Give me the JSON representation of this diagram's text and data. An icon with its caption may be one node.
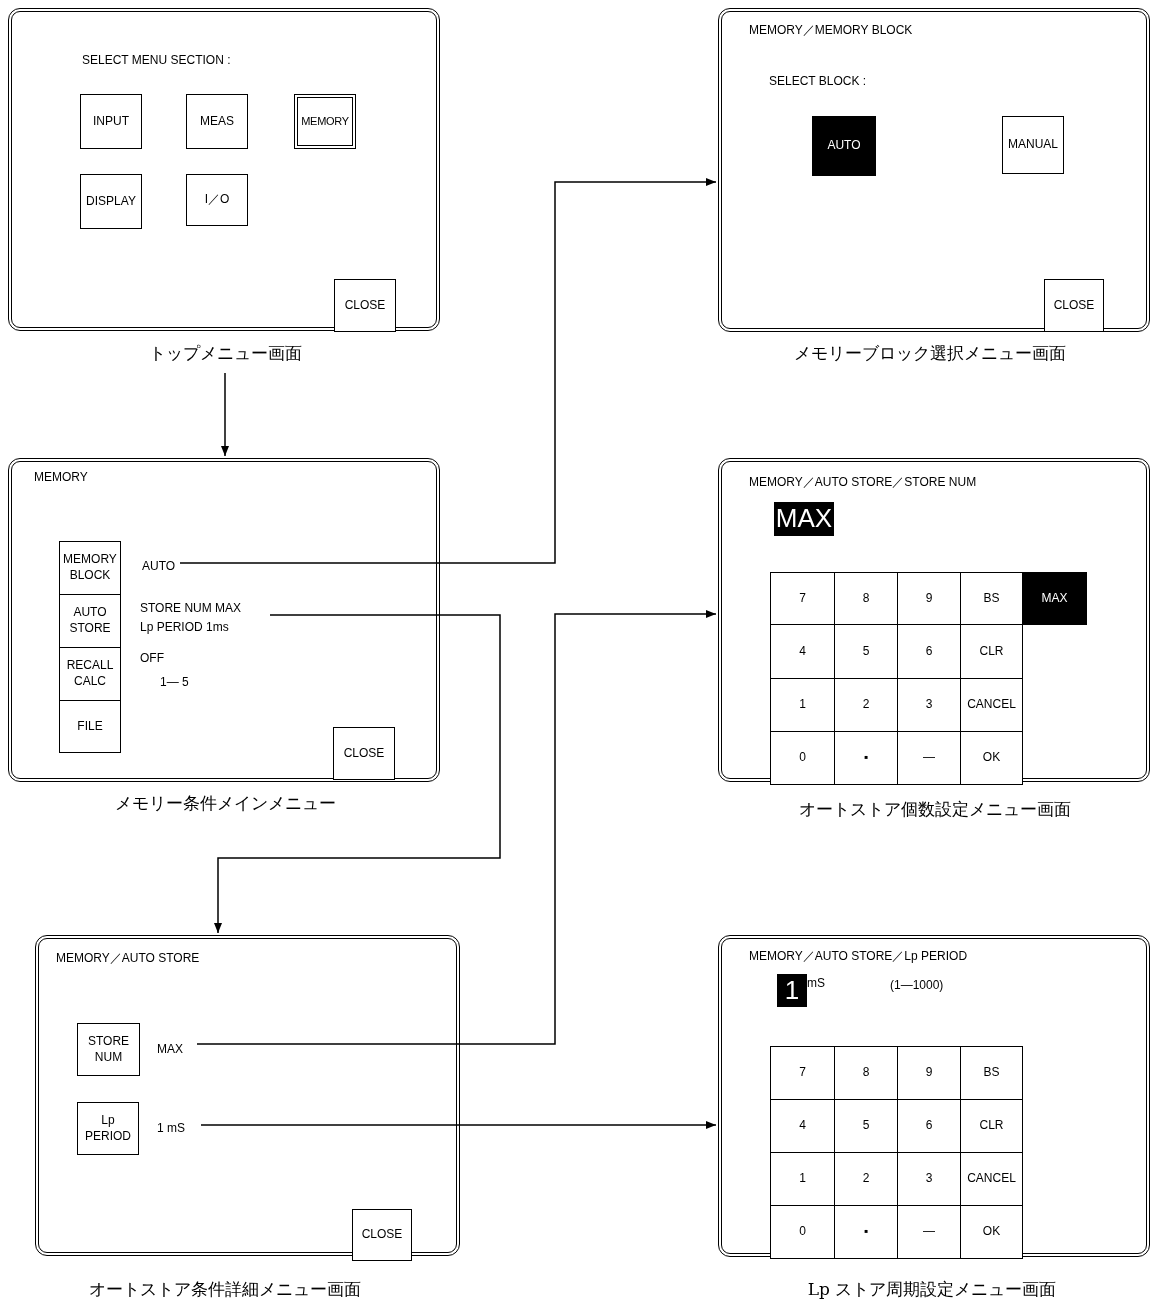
{
  "diagram": {
    "nodes": [
      {
        "text": [
          "SELECT MENU SECTION :"
        ],
        "beside": [
          "トップメニュー画面"
        ]
      },
      {
        "text": [
          "INPUT"
        ],
        "in": 0
      },
      {
        "text": [
          "MEAS"
        ],
        "in": 0
      },
      {
        "text": [
          "MEMORY"
        ],
        "in": 0
      },
      {
        "text": [
          "DISPLAY"
        ],
        "in": 0
      },
      {
        "text": [
          "I／O"
        ],
        "in": 0
      },
      {
        "text": [
          "CLOSE"
        ],
        "in": 0
      },
      {
        "text": [
          "MEMORY／MEMORY BLOCK",
          "SELECT BLOCK :"
        ],
        "beside": [
          "メモリーブロック選択メニュー画面"
        ]
      },
      {
        "text": [
          "AUTO"
        ],
        "in": 7
      },
      {
        "text": [
          "MANUAL"
        ],
        "in": 7
      },
      {
        "text": [
          "CLOSE"
        ],
        "in": 7
      },
      {
        "text": [
          "MEMORY"
        ],
        "beside": [
          "メモリー条件メインメニュー"
        ]
      },
      {
        "text": [
          "MEMORY BLOCK"
        ],
        "in": 11
      },
      {
        "text": [
          "AUTO STORE"
        ],
        "in": 11
      },
      {
        "text": [
          "RECALL CALC"
        ],
        "in": 11
      },
      {
        "text": [
          "FILE"
        ],
        "in": 11
      },
      {
        "text": [
          "AUTO"
        ],
        "in": 11
      },
      {
        "text": [
          "STORE NUM MAX",
          "Lp PERIOD 1ms"
        ],
        "in": 11
      },
      {
        "text": [
          "CLOSE"
        ],
        "in": 11
      },
      {
        "text": [
          "MEMORY／AUTO STORE／STORE NUM"
        ],
        "beside": [
          "オートストア個数設定メニュー画面"
        ]
      },
      {
        "text": [
          "MAX"
        ],
        "in": 19
      },
      {
        "text": [
          "7"
        ],
        "in": 19
      },
      {
        "text": [
          "8"
        ],
        "in": 19
      },
      {
        "text": [
          "9"
        ],
        "in": 19
      },
      {
        "text": [
          "BS"
        ],
        "in": 19
      },
      {
        "text": [
          "MAX"
        ],
        "in": 19
      },
      {
        "text": [
          "4"
        ],
        "in": 19
      },
      {
        "text": [
          "5"
        ],
        "in": 19
      },
      {
        "text": [
          "6"
        ],
        "in": 19
      },
      {
        "text": [
          "CLR"
        ],
        "in": 19
      },
      {
        "text": [
          "1"
        ],
        "in": 19
      },
      {
        "text": [
          "2"
        ],
        "in": 19
      },
      {
        "text": [
          "3"
        ],
        "in": 19
      },
      {
        "text": [
          "CANCEL"
        ],
        "in": 19
      },
      {
        "text": [
          "0"
        ],
        "in": 19
      },
      {
        "text": [
          "▪"
        ],
        "in": 19
      },
      {
        "text": [
          "—"
        ],
        "in": 19
      },
      {
        "text": [
          "OK"
        ],
        "in": 19
      },
      {
        "text": [
          "MEMORY／AUTO STORE"
        ],
        "beside": [
          "オートストア条件詳細メニュー画面"
        ]
      },
      {
        "text": [
          "STORE NUM"
        ],
        "in": 38
      },
      {
        "text": [
          "Lp PERIOD"
        ],
        "in": 38
      },
      {
        "text": [
          "MAX"
        ],
        "in": 38
      },
      {
        "text": [
          "1 mS"
        ],
        "in": 38
      },
      {
        "text": [
          "CLOSE"
        ],
        "in": 38
      },
      {
        "text": [
          "MEMORY／AUTO STORE／Lp PERIOD"
        ],
        "beside": [
          "Lp ストア周期設定メニュー画面"
        ]
      },
      {
        "text": [
          "1"
        ],
        "in": 44,
        "beside": [
          "mS"
        ]
      },
      {
        "text": [
          "7"
        ],
        "in": 44
      },
      {
        "text": [
          "8"
        ],
        "in": 44
      },
      {
        "text": [
          "9"
        ],
        "in": 44
      },
      {
        "text": [
          "BS"
        ],
        "in": 44
      },
      {
        "text": [
          "4"
        ],
        "in": 44
      },
      {
        "text": [
          "5"
        ],
        "in": 44
      },
      {
        "text": [
          "6"
        ],
        "in": 44
      },
      {
        "text": [
          "CLR"
        ],
        "in": 44
      },
      {
        "text": [
          "1"
        ],
        "in": 44
      },
      {
        "text": [
          "2"
        ],
        "in": 44
      },
      {
        "text": [
          "3"
        ],
        "in": 44
      },
      {
        "text": [
          "CANCEL"
        ],
        "in": 44
      },
      {
        "text": [
          "0"
        ],
        "in": 44
      },
      {
        "text": [
          "▪"
        ],
        "in": 44
      },
      {
        "text": [
          "—"
        ],
        "in": 44
      },
      {
        "text": [
          "OK"
        ],
        "in": 44
      }
    ],
    "edges": [
      {
        "from": 0,
        "to": 11,
        "arrow": "to"
      },
      {
        "from": 16,
        "to": 7,
        "arrow": "to"
      },
      {
        "from": 17,
        "to": 38,
        "arrow": "to"
      },
      {
        "from": 41,
        "to": 19,
        "arrow": "to"
      },
      {
        "from": 42,
        "to": 44,
        "arrow": "to"
      }
    ],
    "labels": [
      "OFF",
      "1— 5",
      "(1—1000)"
    ]
  }
}
